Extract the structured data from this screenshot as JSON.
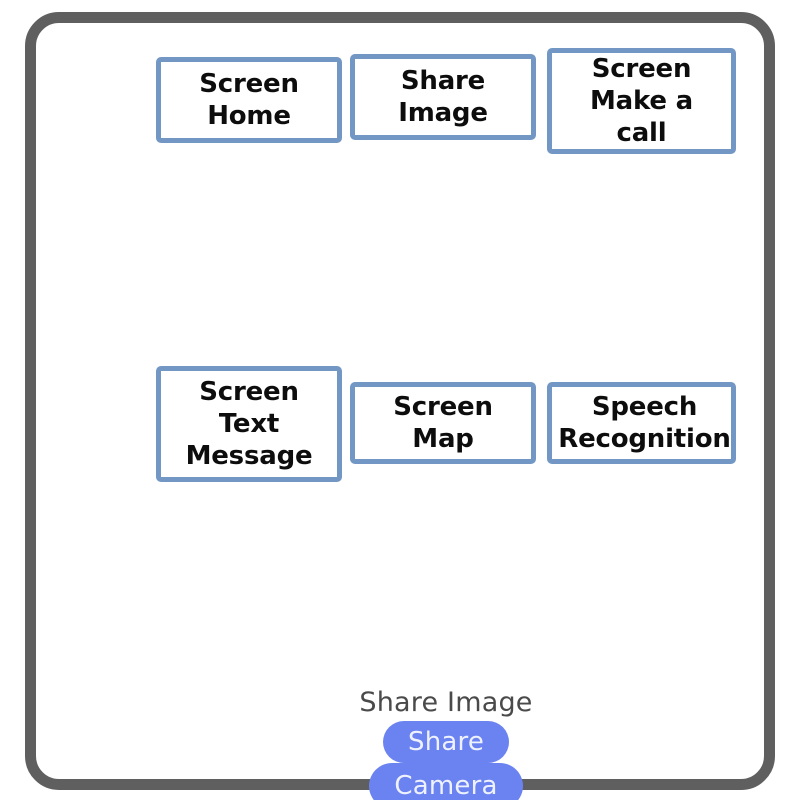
{
  "frame": {
    "border_color": "#5f5f5f",
    "background": "#ffffff"
  },
  "flow": {
    "box_border_color": "#7397c4",
    "box_fill": "#ffffff",
    "rows": [
      {
        "name": "row-1",
        "boxes": [
          {
            "id": "screen-home",
            "label": "Screen\nHome"
          },
          {
            "id": "share-image",
            "label": "Share\nImage"
          },
          {
            "id": "make-a-call",
            "label": "Screen\nMake a\ncall"
          }
        ]
      },
      {
        "name": "row-2",
        "boxes": [
          {
            "id": "text-message",
            "label": "Screen\nText\nMessage"
          },
          {
            "id": "screen-map",
            "label": "Screen\nMap"
          },
          {
            "id": "speech-recog",
            "label": "Speech\nRecognition"
          }
        ]
      }
    ]
  },
  "share_group": {
    "title": "Share Image",
    "title_color": "#4a4a4a",
    "pill_color": "#6b83f0",
    "pill_text_color": "#eef1fe",
    "buttons": [
      {
        "id": "share",
        "label": "Share"
      },
      {
        "id": "camera",
        "label": "Camera"
      }
    ]
  }
}
